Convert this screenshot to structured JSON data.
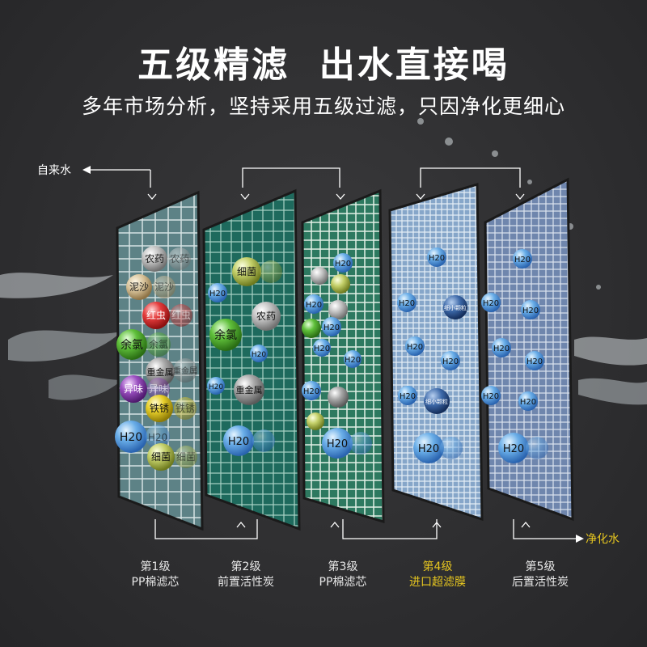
{
  "title": "五级精滤  出水直接喝",
  "subtitle": "多年市场分析，坚持采用五级过滤，只因净化更细心",
  "input_label": "自来水",
  "output_label": "净化水",
  "stages": [
    {
      "num": "第1级",
      "name": "PP棉滤芯",
      "active": false
    },
    {
      "num": "第2级",
      "name": "前置活性炭",
      "active": false
    },
    {
      "num": "第3级",
      "name": "PP棉滤芯",
      "active": false
    },
    {
      "num": "第4级",
      "name": "进口超滤膜",
      "active": true
    },
    {
      "num": "第5级",
      "name": "后置活性炭",
      "active": false
    }
  ],
  "bubbles": {
    "nongyao": "农药",
    "nisha": "泥沙",
    "hongchong": "红虫",
    "yulv": "余氯",
    "zhongjinshu": "重金属",
    "yiwei": "异味",
    "tiexiu": "铁锈",
    "h2o": "H20",
    "xijun": "细菌",
    "xijun_small": "细小颗粒"
  },
  "colors": {
    "accent": "#e5c520",
    "panel1": "#5a7e82",
    "panel2": "#1d6b5c",
    "panel3": "#2f7a5e",
    "panel4": "#7f9fc3",
    "panel5": "#6f86ad"
  }
}
